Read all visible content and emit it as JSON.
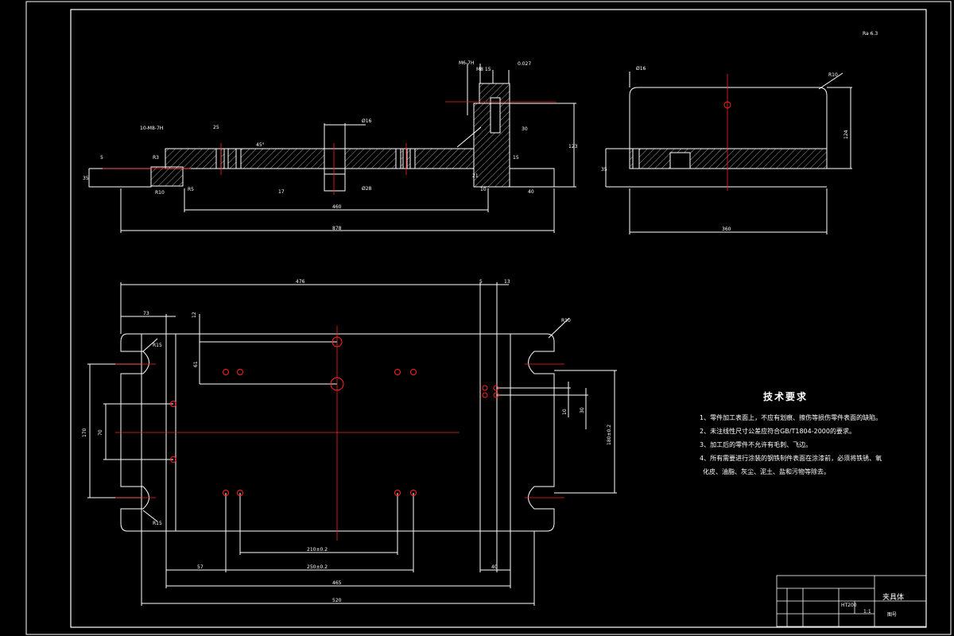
{
  "drawing": {
    "roughness_symbol": "Ra 6.3",
    "front_view": {
      "thread_callout": "10-M8-7H",
      "hole_callout_top": "M6-7H",
      "hole_callout_top2": "M8 15",
      "tol_callout": "0.027",
      "dim_total": "878",
      "dim_slot": "460",
      "dim_height": "123",
      "dim_left": "35",
      "dim_small": "5",
      "dim_thick": "25",
      "dim_bore": "Ø28",
      "dim_bore_top": "Ø16",
      "dim_hole": "30",
      "dim_r": "R3",
      "dim_small_b": "17",
      "dim_r2": "R10",
      "dim_r3": "R5",
      "dim_angle": "45°",
      "dim_15": "15",
      "dim_40": "40",
      "dim_21": "21",
      "dim_10": "10"
    },
    "side_view": {
      "dim_width": "360",
      "dim_height": "124",
      "dim_base": "35",
      "dim_r": "R10",
      "dim_hole": "Ø16"
    },
    "plan_view": {
      "dim_476": "476",
      "dim_73": "73",
      "dim_5": "5",
      "dim_13": "13",
      "dim_12": "12",
      "dim_61": "61",
      "dim_170": "170",
      "dim_70": "70",
      "dim_10": "10",
      "dim_30": "30",
      "dim_210": "210±0.2",
      "dim_250": "250±0.2",
      "dim_57": "57",
      "dim_40": "40",
      "dim_465": "465",
      "dim_520": "520",
      "dim_180": "180±0.2",
      "r_top": "R10",
      "r_left_top": "R15",
      "r_left_bot": "R15"
    }
  },
  "tech_requirements": {
    "title": "技术要求",
    "items": [
      "1、零件加工表面上，不应有划痕、擦伤等损伤零件表面的缺陷。",
      "2、未注线性尺寸公差应符合GB/T1804-2000的要求。",
      "3、加工后的零件不允许有毛刺、飞边。",
      "4、所有需要进行涂装的钢铁制件表面在涂漆前，必须将铁锈、氧",
      "化皮、油脂、灰尘、泥土、盐和污物等除去。"
    ]
  },
  "title_block": {
    "part_name": "夹具体",
    "material": "HT200",
    "scale": "1:1",
    "drawing_no": "图号"
  }
}
